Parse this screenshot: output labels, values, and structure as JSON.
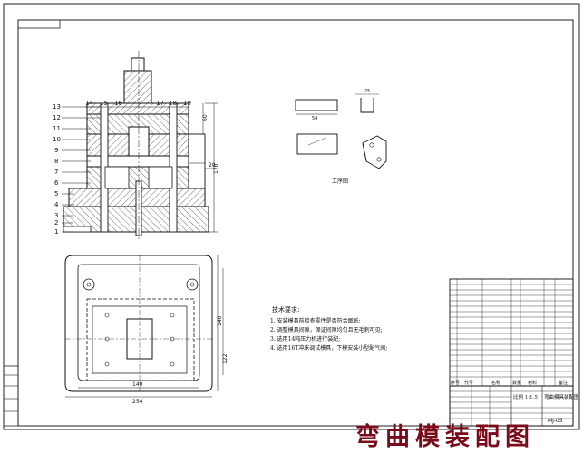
{
  "drawing": {
    "part_numbers_left": [
      "13",
      "12",
      "11",
      "10",
      "9",
      "8",
      "7",
      "6",
      "5",
      "4",
      "3",
      "2",
      "1"
    ],
    "part_numbers_top": [
      "14",
      "15",
      "16",
      "17",
      "18",
      "19"
    ],
    "side_label": "20",
    "dim_height": "170",
    "dim_top": "60",
    "dim_width": "140",
    "dim_total_width": "254",
    "dim_plan_side": "140",
    "dim_plan_side2": "122",
    "part_dim_a": "54",
    "part_dim_b": "25",
    "process_label": "工序图"
  },
  "notes": {
    "title": "技术要求:",
    "items": [
      "1. 安装模具前检查零件是否符合图纸;",
      "2. 调整模具间隙，保证间隙均匀且无毛刺可见;",
      "3. 选用14吨压力机进行装配;",
      "4. 选用16T冲床调试模具，下模安装小型配气阀;"
    ]
  },
  "title_block": {
    "scale_label": "比例 1:1.5",
    "drawing_title": "弯曲模具装配图",
    "drawing_code": "MJ-05",
    "headers": [
      "序号",
      "代号",
      "名称",
      "数量",
      "材料",
      "备注"
    ]
  },
  "watermark": "弯曲模装配图"
}
